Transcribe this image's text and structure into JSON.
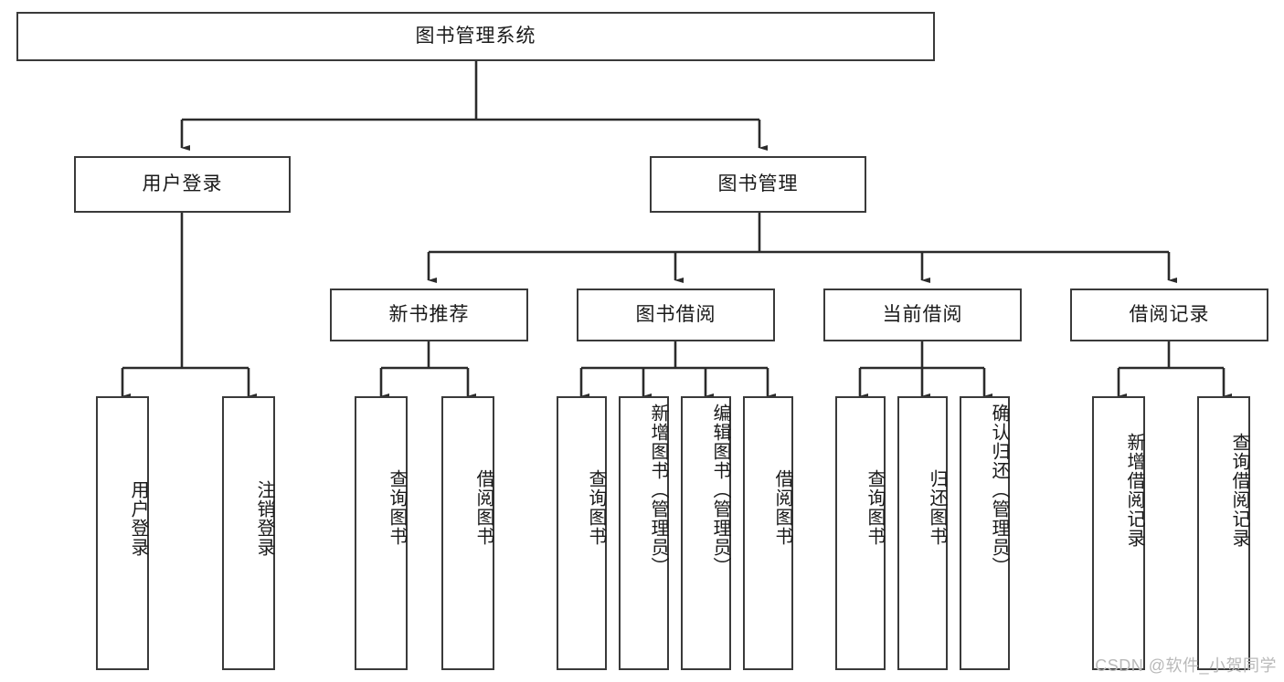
{
  "diagram": {
    "title": "图书管理系统",
    "type": "tree-hierarchy",
    "levels": 4,
    "nodes": {
      "root": {
        "label": "图书管理系统",
        "orientation": "horizontal"
      },
      "l2": [
        {
          "id": "user-login",
          "label": "用户登录",
          "orientation": "horizontal"
        },
        {
          "id": "book-management",
          "label": "图书管理",
          "orientation": "horizontal"
        }
      ],
      "l3": [
        {
          "id": "new-book-recommend",
          "label": "新书推荐",
          "orientation": "horizontal"
        },
        {
          "id": "book-borrow",
          "label": "图书借阅",
          "orientation": "horizontal"
        },
        {
          "id": "current-borrow",
          "label": "当前借阅",
          "orientation": "horizontal"
        },
        {
          "id": "borrow-record",
          "label": "借阅记录",
          "orientation": "horizontal"
        }
      ],
      "leaves": [
        {
          "id": "leaf-user-login",
          "label": "用户登录",
          "parent": "user-login",
          "orientation": "vertical"
        },
        {
          "id": "leaf-logout-login",
          "label": "注销登录",
          "parent": "user-login",
          "orientation": "vertical"
        },
        {
          "id": "leaf-query-book-1",
          "label": "查询图书",
          "parent": "new-book-recommend",
          "orientation": "vertical"
        },
        {
          "id": "leaf-borrow-book-1",
          "label": "借阅图书",
          "parent": "new-book-recommend",
          "orientation": "vertical"
        },
        {
          "id": "leaf-query-book-2",
          "label": "查询图书",
          "parent": "book-borrow",
          "orientation": "vertical"
        },
        {
          "id": "leaf-add-book",
          "label": "新增图书（管理员）",
          "parent": "book-borrow",
          "orientation": "vertical"
        },
        {
          "id": "leaf-edit-book",
          "label": "编辑图书（管理员）",
          "parent": "book-borrow",
          "orientation": "vertical"
        },
        {
          "id": "leaf-borrow-book-2",
          "label": "借阅图书",
          "parent": "book-borrow",
          "orientation": "vertical"
        },
        {
          "id": "leaf-query-book-3",
          "label": "查询图书",
          "parent": "current-borrow",
          "orientation": "vertical"
        },
        {
          "id": "leaf-return-book",
          "label": "归还图书",
          "parent": "current-borrow",
          "orientation": "vertical"
        },
        {
          "id": "leaf-confirm-return",
          "label": "确认归还（管理员）",
          "parent": "current-borrow",
          "orientation": "vertical"
        },
        {
          "id": "leaf-add-record",
          "label": "新增借阅记录",
          "parent": "borrow-record",
          "orientation": "vertical"
        },
        {
          "id": "leaf-query-record",
          "label": "查询借阅记录",
          "parent": "borrow-record",
          "orientation": "vertical"
        }
      ]
    },
    "colors": {
      "border": "#3a3a3a",
      "background": "#ffffff",
      "text": "#1a1a1a",
      "edge": "#2b2b2b",
      "watermark": "#b9b9b9"
    }
  },
  "watermark": {
    "text": "CSDN @软件_小贺同学"
  }
}
